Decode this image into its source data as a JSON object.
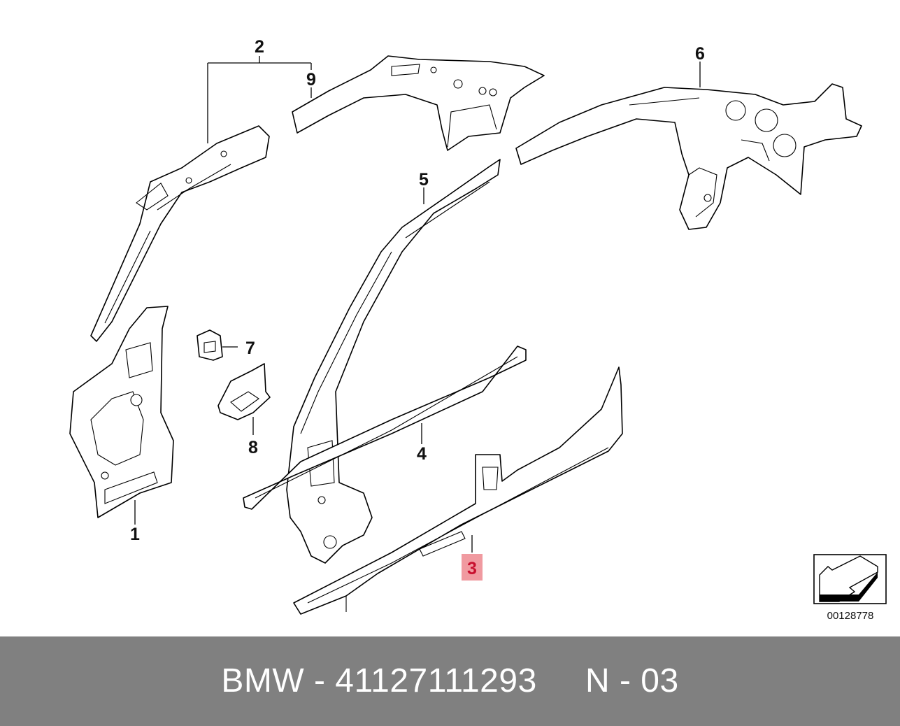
{
  "diagram": {
    "callouts": [
      "1",
      "2",
      "3",
      "4",
      "5",
      "6",
      "7",
      "8",
      "9"
    ],
    "highlighted_callout": "3",
    "reference_code": "00128778"
  },
  "footer": {
    "brand": "BMW",
    "separator": " - ",
    "part_number": "41127111293",
    "gap": "     ",
    "position": "N - 03"
  }
}
